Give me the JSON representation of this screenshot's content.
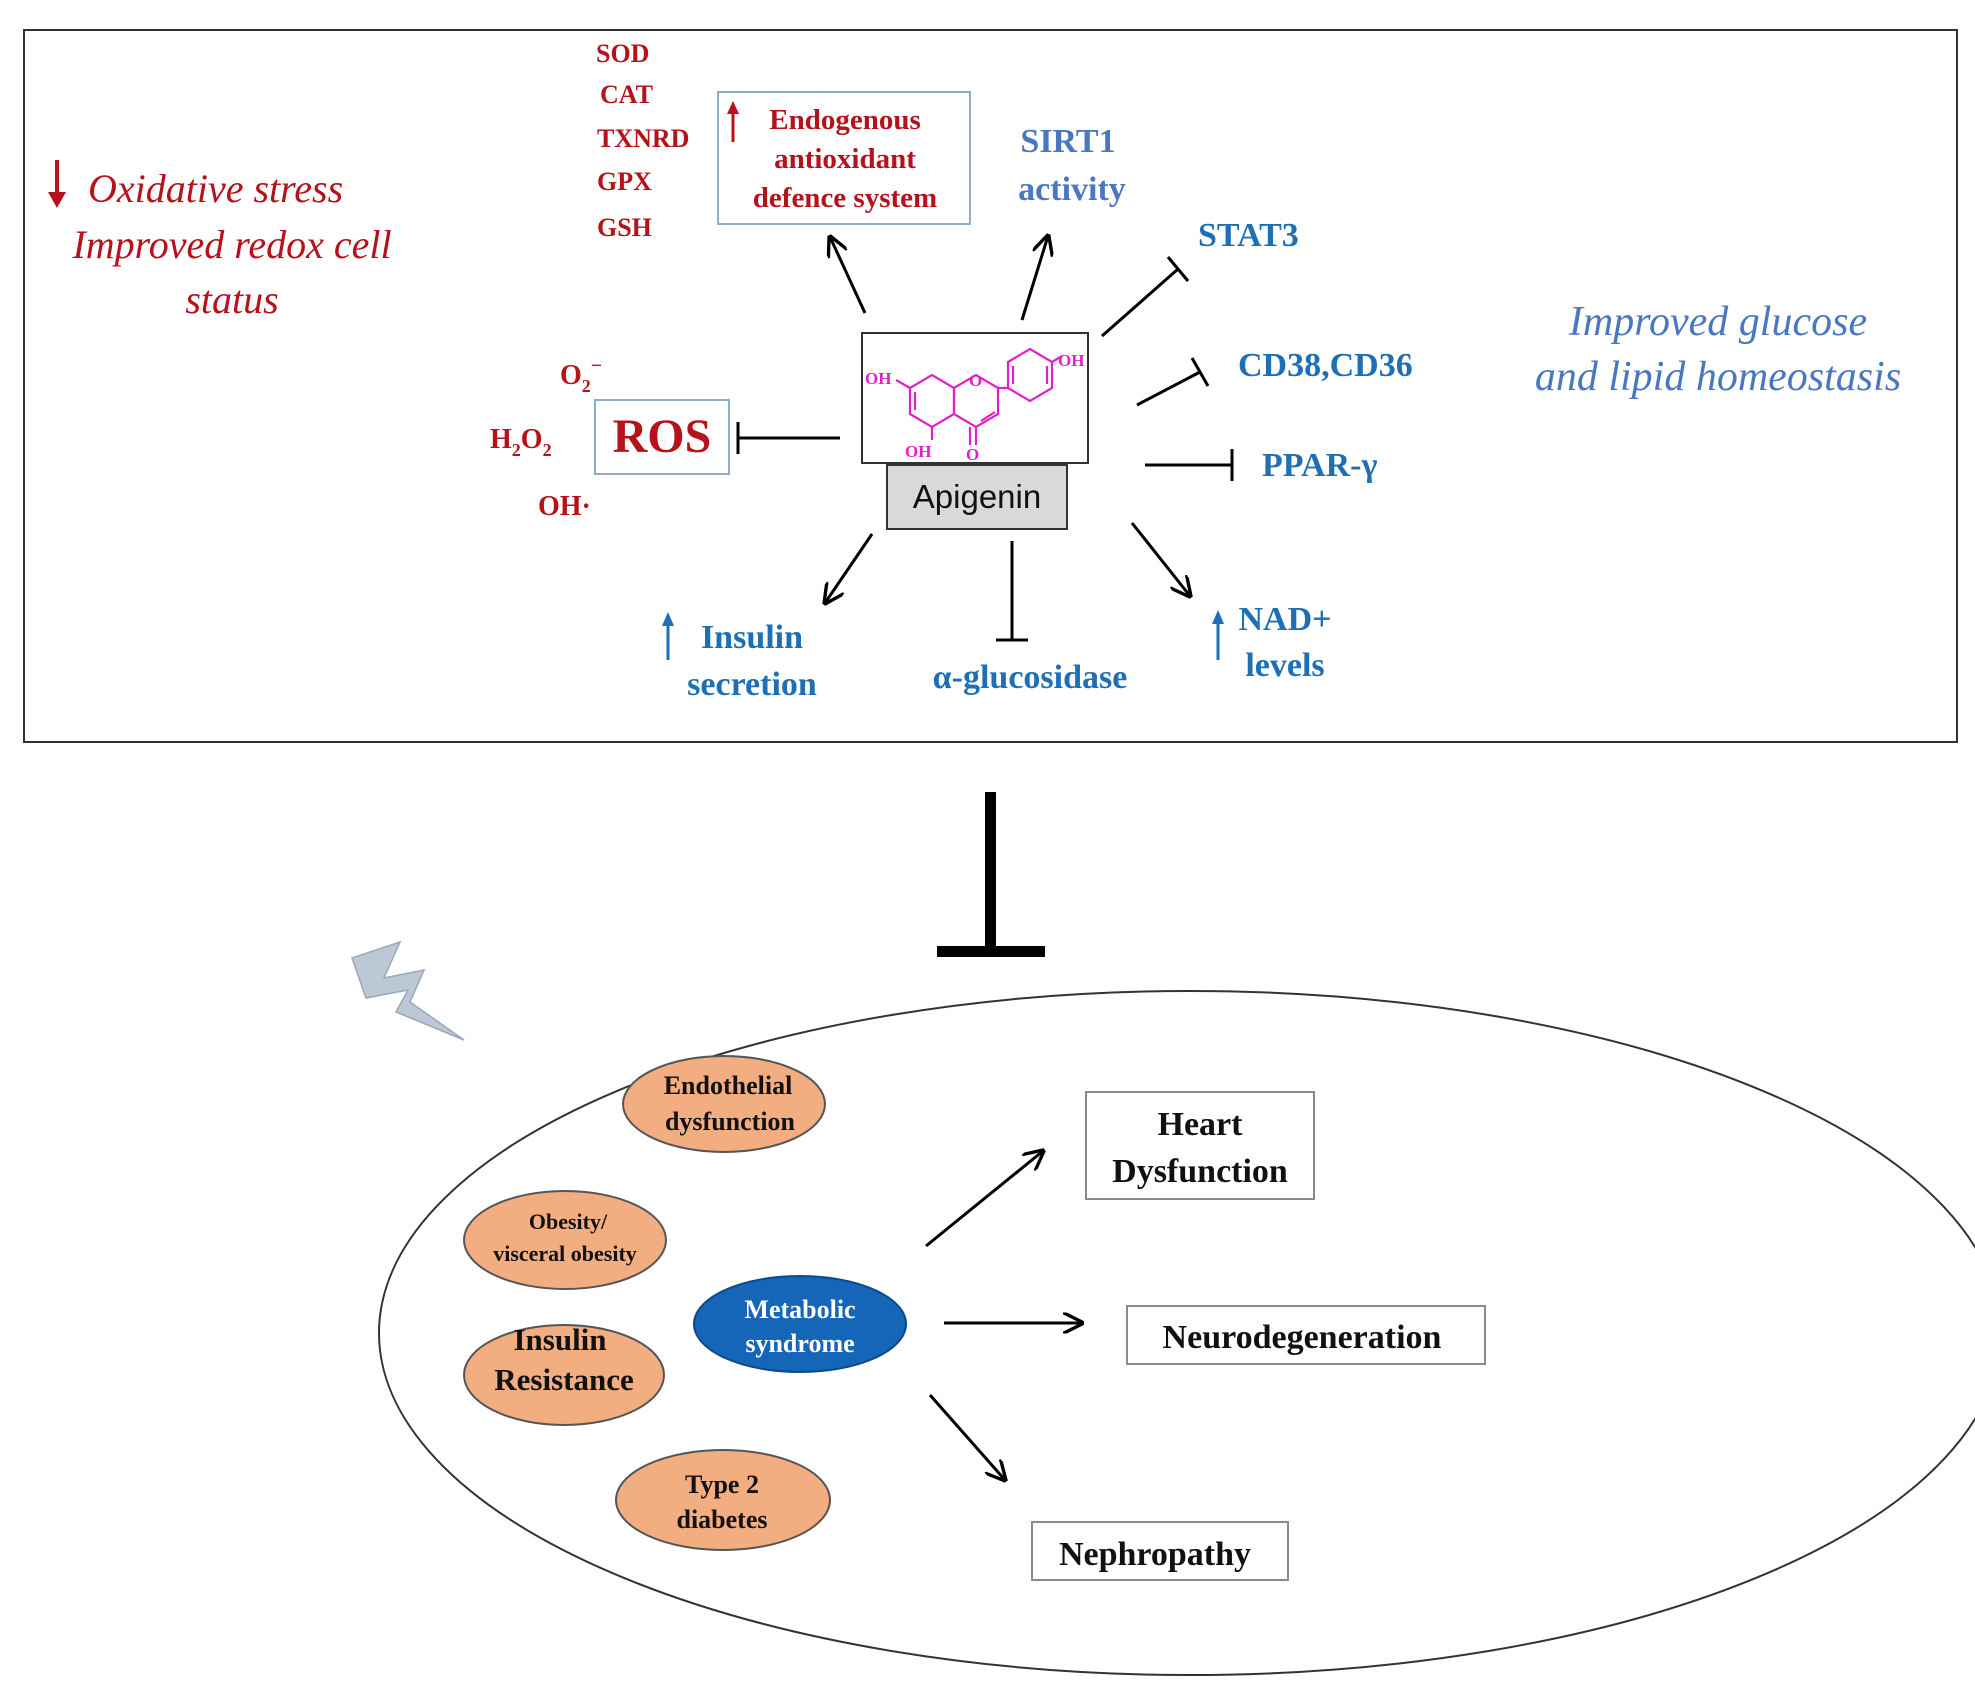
{
  "top_panel": {
    "oxidative": {
      "line1": "Oxidative stress",
      "line2": "Improved redox cell",
      "line3": "status"
    },
    "glucose": {
      "line1": "Improved glucose",
      "line2": "and lipid homeostasis"
    },
    "antioxidant_enzymes": [
      "SOD",
      "CAT",
      "TXNRD",
      "GPX",
      "GSH"
    ],
    "endogenous": {
      "line1": "Endogenous",
      "line2": "antioxidant",
      "line3": "defence system"
    },
    "sirt1": {
      "line1": "SIRT1",
      "line2": "activity"
    },
    "stat3": "STAT3",
    "cd38": "CD38,CD36",
    "ppar": "PPAR-γ",
    "nad": {
      "line1": "NAD+",
      "line2": "levels"
    },
    "glucosidase": "α-glucosidase",
    "insulin_secretion": {
      "line1": "Insulin",
      "line2": "secretion"
    },
    "ros": "ROS",
    "ros_species": {
      "o2": "O",
      "o2_sub": "2",
      "o2_sup": "−",
      "h2o2_h": "H",
      "h2o2_2a": "2",
      "h2o2_o": "O",
      "h2o2_2b": "2",
      "oh": "OH·"
    },
    "compound_name": "Apigenin",
    "molecule_labels": {
      "oh_left": "OH",
      "oh_right": "OH",
      "oh_bottom": "OH",
      "o_ring": "O",
      "o_keto": "O"
    }
  },
  "bottom_panel": {
    "conditions": [
      {
        "line1": "Endothelial",
        "line2": "dysfunction"
      },
      {
        "line1": "Obesity/",
        "line2": "visceral obesity"
      },
      {
        "line1": "Insulin",
        "line2": "Resistance"
      },
      {
        "line1": "Type 2",
        "line2": "diabetes"
      }
    ],
    "metabolic": {
      "line1": "Metabolic",
      "line2": "syndrome"
    },
    "outcomes": {
      "heart": {
        "line1": "Heart",
        "line2": "Dysfunction"
      },
      "neuro": "Neurodegeneration",
      "nephro": "Nephropathy"
    }
  },
  "colors": {
    "red": "#b5121b",
    "blue": "#1f6fb5",
    "steel_blue": "#4a78c0",
    "magenta": "#e020c8",
    "orange_ellipse": "#f2ae80",
    "metabolic_blue": "#1565b8",
    "apigenin_bg": "#d9d9d9",
    "bolt": "#bcc8d6"
  }
}
